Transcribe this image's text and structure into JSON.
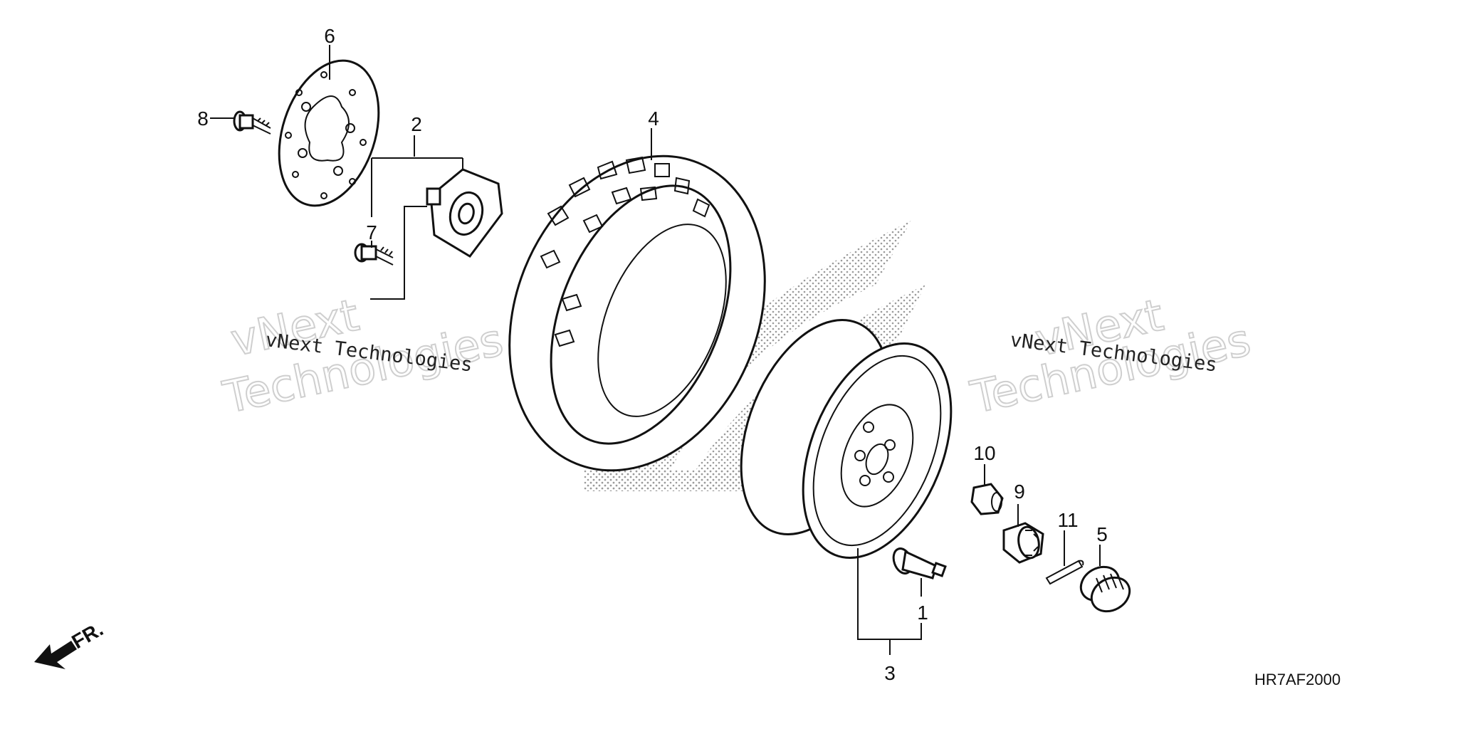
{
  "diagram": {
    "callouts": {
      "p1": "1",
      "p2": "2",
      "p3": "3",
      "p4": "4",
      "p5": "5",
      "p6": "6",
      "p7": "7",
      "p8": "8",
      "p9": "9",
      "p10": "10",
      "p11": "11"
    },
    "direction_label": "FR.",
    "diagram_code": "HR7AF2000",
    "watermark": {
      "small": "vNext Technologies",
      "big_line1": "vNext",
      "big_line2": "Technologies"
    }
  }
}
